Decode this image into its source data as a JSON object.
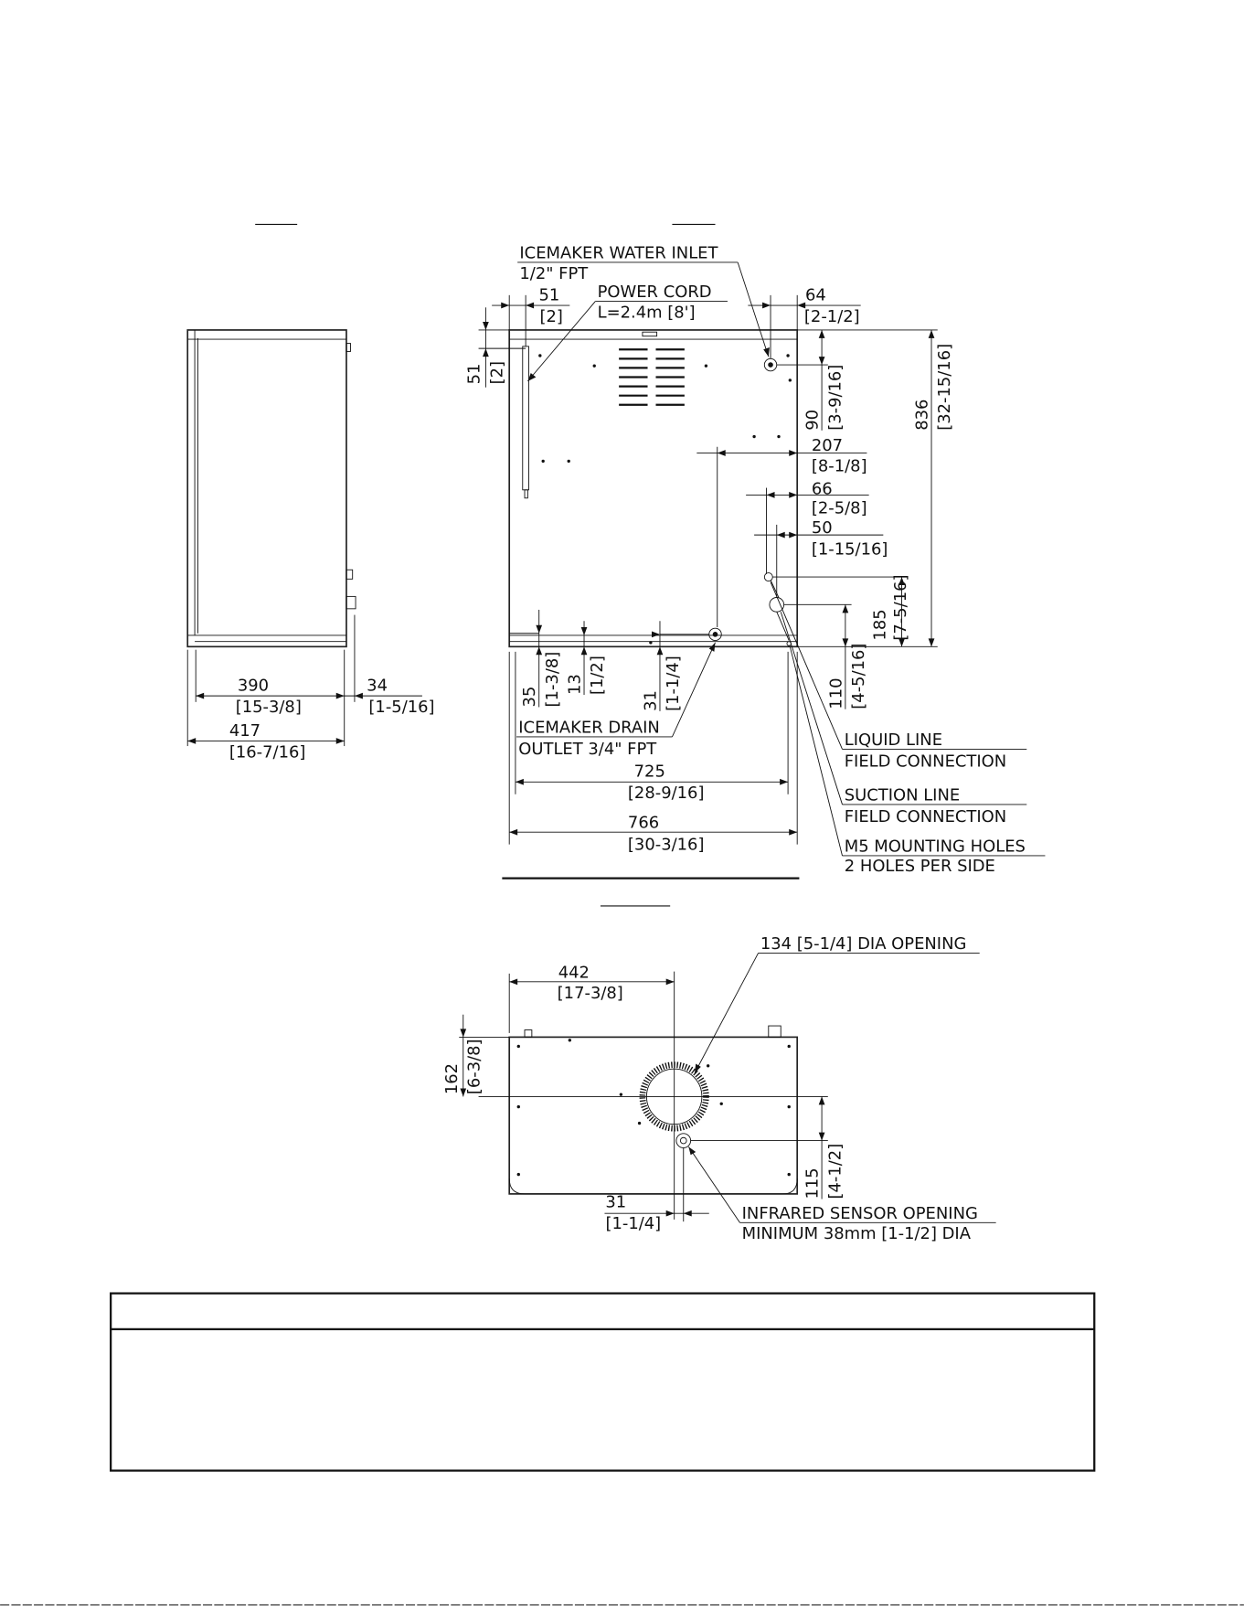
{
  "side_view": {
    "title": "",
    "dims": {
      "d390": "390",
      "d390_in": "[15-3/8]",
      "d34": "34",
      "d34_in": "[1-5/16]",
      "d417": "417",
      "d417_in": "[16-7/16]"
    }
  },
  "rear_view": {
    "title": "",
    "callouts": {
      "water_inlet_1": "ICEMAKER WATER INLET",
      "water_inlet_2": "1/2\" FPT",
      "power_cord_1": "POWER CORD",
      "power_cord_2": "L=2.4m [8']",
      "drain_1": "ICEMAKER DRAIN",
      "drain_2": "OUTLET 3/4\" FPT",
      "liquid_1": "LIQUID LINE",
      "liquid_2": "FIELD CONNECTION",
      "suction_1": "SUCTION LINE",
      "suction_2": "FIELD CONNECTION",
      "mount_1": "M5 MOUNTING HOLES",
      "mount_2": "2 HOLES PER SIDE"
    },
    "dims": {
      "d51a": "51",
      "d51a_in": "[2]",
      "d51b": "51",
      "d51b_in": "[2]",
      "d64": "64",
      "d64_in": "[2-1/2]",
      "d90": "90",
      "d90_in": "[3-9/16]",
      "d836": "836",
      "d836_in": "[32-15/16]",
      "d207": "207",
      "d207_in": "[8-1/8]",
      "d66": "66",
      "d66_in": "[2-5/8]",
      "d50": "50",
      "d50_in": "[1-15/16]",
      "d185": "185",
      "d185_in": "[7-5/16]",
      "d110": "110",
      "d110_in": "[4-5/16]",
      "d35": "35",
      "d35_in": "[1-3/8]",
      "d13": "13",
      "d13_in": "[1/2]",
      "d31": "31",
      "d31_in": "[1-1/4]",
      "d725": "725",
      "d725_in": "[28-9/16]",
      "d766": "766",
      "d766_in": "[30-3/16]"
    }
  },
  "top_view": {
    "title": "",
    "callouts": {
      "opening": "134 [5-1/4] DIA OPENING",
      "sensor_1": "INFRARED SENSOR OPENING",
      "sensor_2": "MINIMUM 38mm [1-1/2] DIA"
    },
    "dims": {
      "d442": "442",
      "d442_in": "[17-3/8]",
      "d162": "162",
      "d162_in": "[6-3/8]",
      "d115": "115",
      "d115_in": "[4-1/2]",
      "d31": "31",
      "d31_in": "[1-1/4]"
    }
  },
  "title_block": {
    "header": "",
    "body": ""
  }
}
